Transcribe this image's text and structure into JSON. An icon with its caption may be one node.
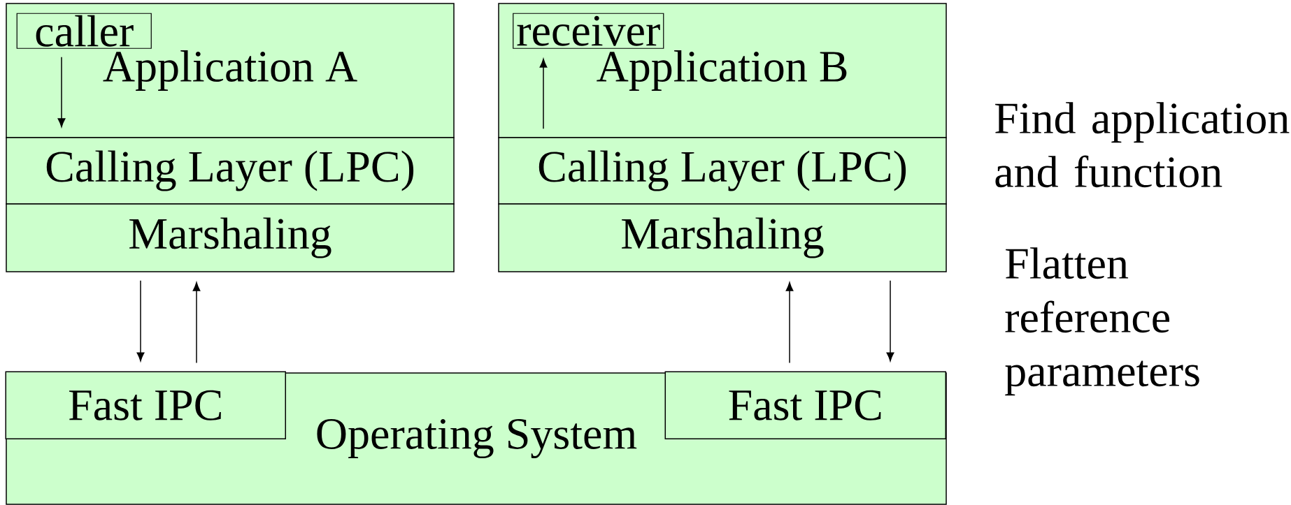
{
  "diagram": {
    "nodes": [
      {
        "text": [
          "Application A"
        ]
      },
      {
        "text": [
          "caller"
        ],
        "in": 0
      },
      {
        "text": [
          "Calling Layer (LPC)"
        ]
      },
      {
        "text": [
          "Marshaling"
        ]
      },
      {
        "text": [
          "Application B"
        ]
      },
      {
        "text": [
          "receiver"
        ],
        "in": 4
      },
      {
        "text": [
          "Calling Layer (LPC)"
        ]
      },
      {
        "text": [
          "Marshaling"
        ]
      },
      {
        "text": [
          "Operating System"
        ]
      },
      {
        "text": [
          "Fast IPC"
        ],
        "in": 8
      },
      {
        "text": [
          "Fast IPC"
        ],
        "in": 8
      }
    ],
    "edges": [
      {
        "from": 1,
        "to": 2,
        "arrow": "to"
      },
      {
        "from": 6,
        "to": 5,
        "arrow": "to"
      },
      {
        "from": 3,
        "to": 9,
        "arrow": "to"
      },
      {
        "from": 9,
        "to": 3,
        "arrow": "to"
      },
      {
        "from": 10,
        "to": 7,
        "arrow": "to"
      },
      {
        "from": 7,
        "to": 10,
        "arrow": "to"
      }
    ],
    "labels": [
      "Find application and function",
      "Flatten reference parameters"
    ]
  }
}
